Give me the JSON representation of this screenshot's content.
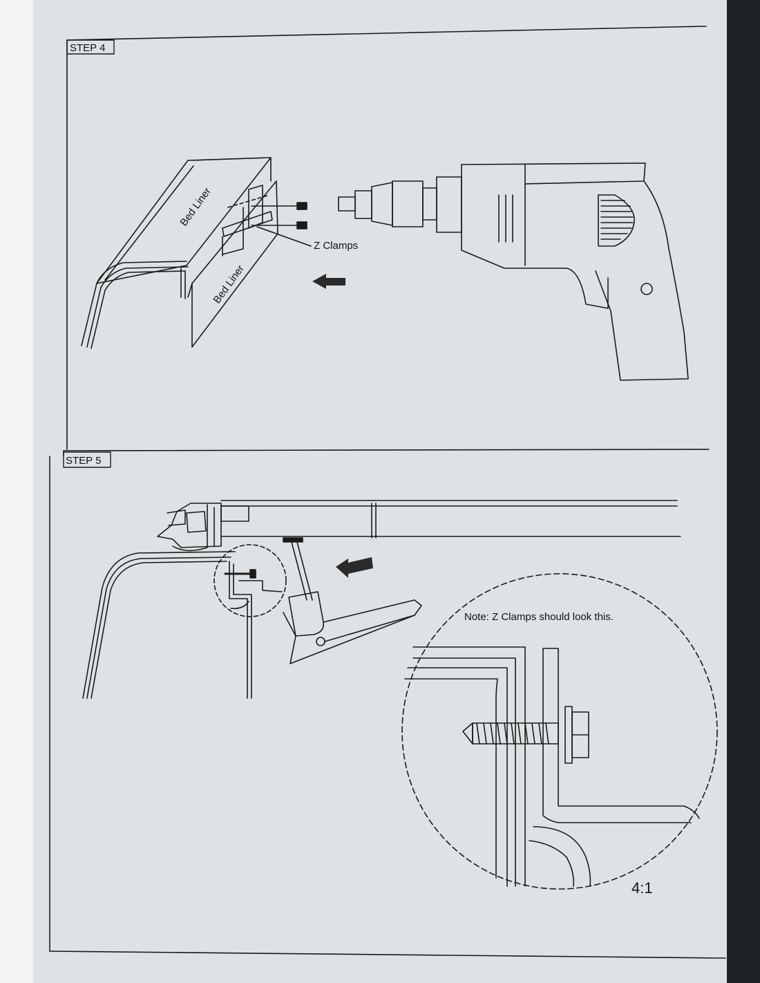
{
  "step4": {
    "title": "STEP 4",
    "label_bed_liner_top": "Bed Liner",
    "label_bed_liner_side": "Bed Liner",
    "label_z_clamps": "Z Clamps"
  },
  "step5": {
    "title": "STEP 5",
    "note": "Note: Z Clamps should look this.",
    "scale": "4:1"
  }
}
